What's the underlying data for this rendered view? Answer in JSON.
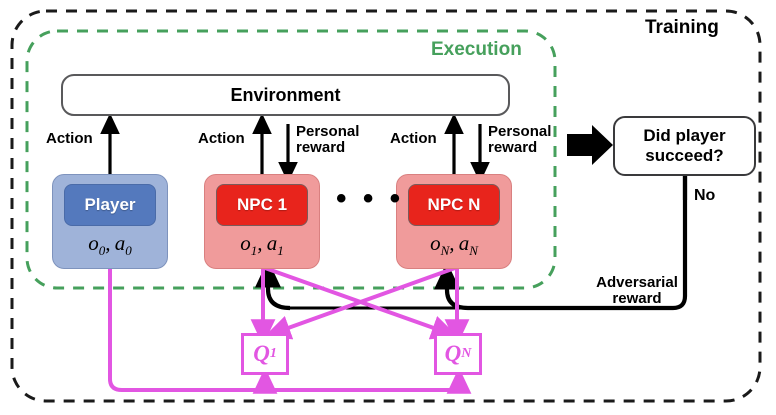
{
  "figure": {
    "type": "architecture-diagram",
    "title_outer": "Training",
    "title_inner": "Execution",
    "colors": {
      "training_boundary": "#1a1a1a",
      "execution_boundary": "#46a05c",
      "player_outer": "#9fb3d9",
      "player_header": "#5479bd",
      "npc_outer": "#f09b9b",
      "npc_header": "#e8241c",
      "critic_magenta": "#e256e2",
      "arrow_black": "#000000",
      "box_stroke": "#59595b"
    }
  },
  "boundaries": {
    "training": {
      "label": "Training"
    },
    "execution": {
      "label": "Execution"
    }
  },
  "environment": {
    "label": "Environment"
  },
  "agents": [
    {
      "id": "player",
      "header": "Player",
      "observation": "o",
      "obs_sub": "0",
      "action": "a",
      "act_sub": "0",
      "kind": "player"
    },
    {
      "id": "npc-1",
      "header": "NPC 1",
      "observation": "o",
      "obs_sub": "1",
      "action": "a",
      "act_sub": "1",
      "kind": "npc"
    },
    {
      "id": "npc-n",
      "header": "NPC N",
      "observation": "o",
      "obs_sub": "N",
      "action": "a",
      "act_sub": "N",
      "kind": "npc"
    }
  ],
  "ellipsis": "• • •",
  "critics": [
    {
      "id": "q-1",
      "symbol": "Q",
      "sub": "1"
    },
    {
      "id": "q-n",
      "symbol": "Q",
      "sub": "N"
    }
  ],
  "decision": {
    "label": "Did player succeed?",
    "line1": "Did player",
    "line2": "succeed?"
  },
  "edge_labels": {
    "action_player": "Action",
    "action_npc1": "Action",
    "action_npcn": "Action",
    "personal_reward_1_l1": "Personal",
    "personal_reward_1_l2": "reward",
    "personal_reward_n_l1": "Personal",
    "personal_reward_n_l2": "reward",
    "no": "No",
    "adversarial_l1": "Adversarial",
    "adversarial_l2": "reward"
  }
}
